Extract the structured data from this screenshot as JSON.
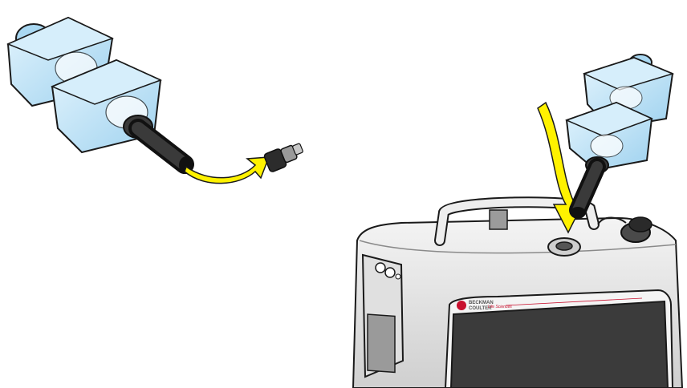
{
  "instrument": {
    "logo_line1": "BECKMAN",
    "logo_line2": "COULTER",
    "tagline": "Life Sciences"
  },
  "colors": {
    "filter_body": "#bfe3f6",
    "filter_edge": "#1a1a1a",
    "tube": "#2a2a2a",
    "arrow_fill": "#fff200",
    "instrument_body": "#e6e6e6",
    "screen": "#3b3b3b",
    "logo_red": "#c8102e"
  },
  "icons": {
    "filters_left": "vacuum-filter-pair-icon",
    "fitting": "tube-fitting-icon",
    "filters_right": "vacuum-filter-pair-icon",
    "port": "vacuum-port-icon"
  }
}
